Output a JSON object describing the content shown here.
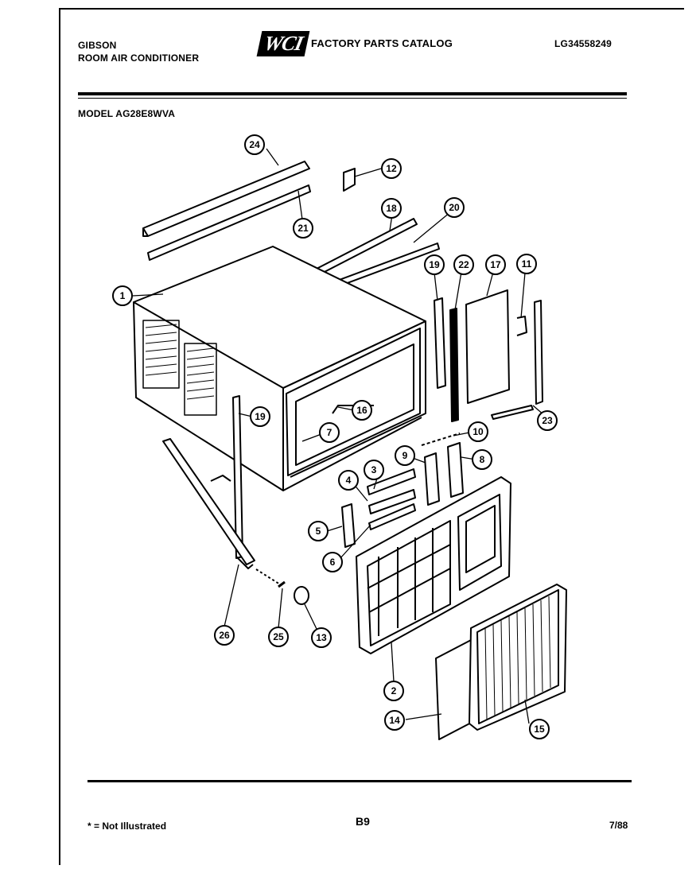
{
  "header": {
    "brand": "GIBSON",
    "product": "ROOM AIR CONDITIONER",
    "logo_text": "WCI",
    "catalog_title": "FACTORY PARTS CATALOG",
    "catalog_number": "LG34558249",
    "model_label": "MODEL AG28E8WVA"
  },
  "callouts": [
    "1",
    "2",
    "3",
    "4",
    "5",
    "6",
    "7",
    "8",
    "9",
    "10",
    "11",
    "12",
    "13",
    "14",
    "15",
    "16",
    "17",
    "18",
    "19",
    "19",
    "20",
    "21",
    "22",
    "23",
    "24",
    "25",
    "26"
  ],
  "footer": {
    "footnote": "* = Not Illustrated",
    "page_number": "B9",
    "date_code": "7/88"
  }
}
